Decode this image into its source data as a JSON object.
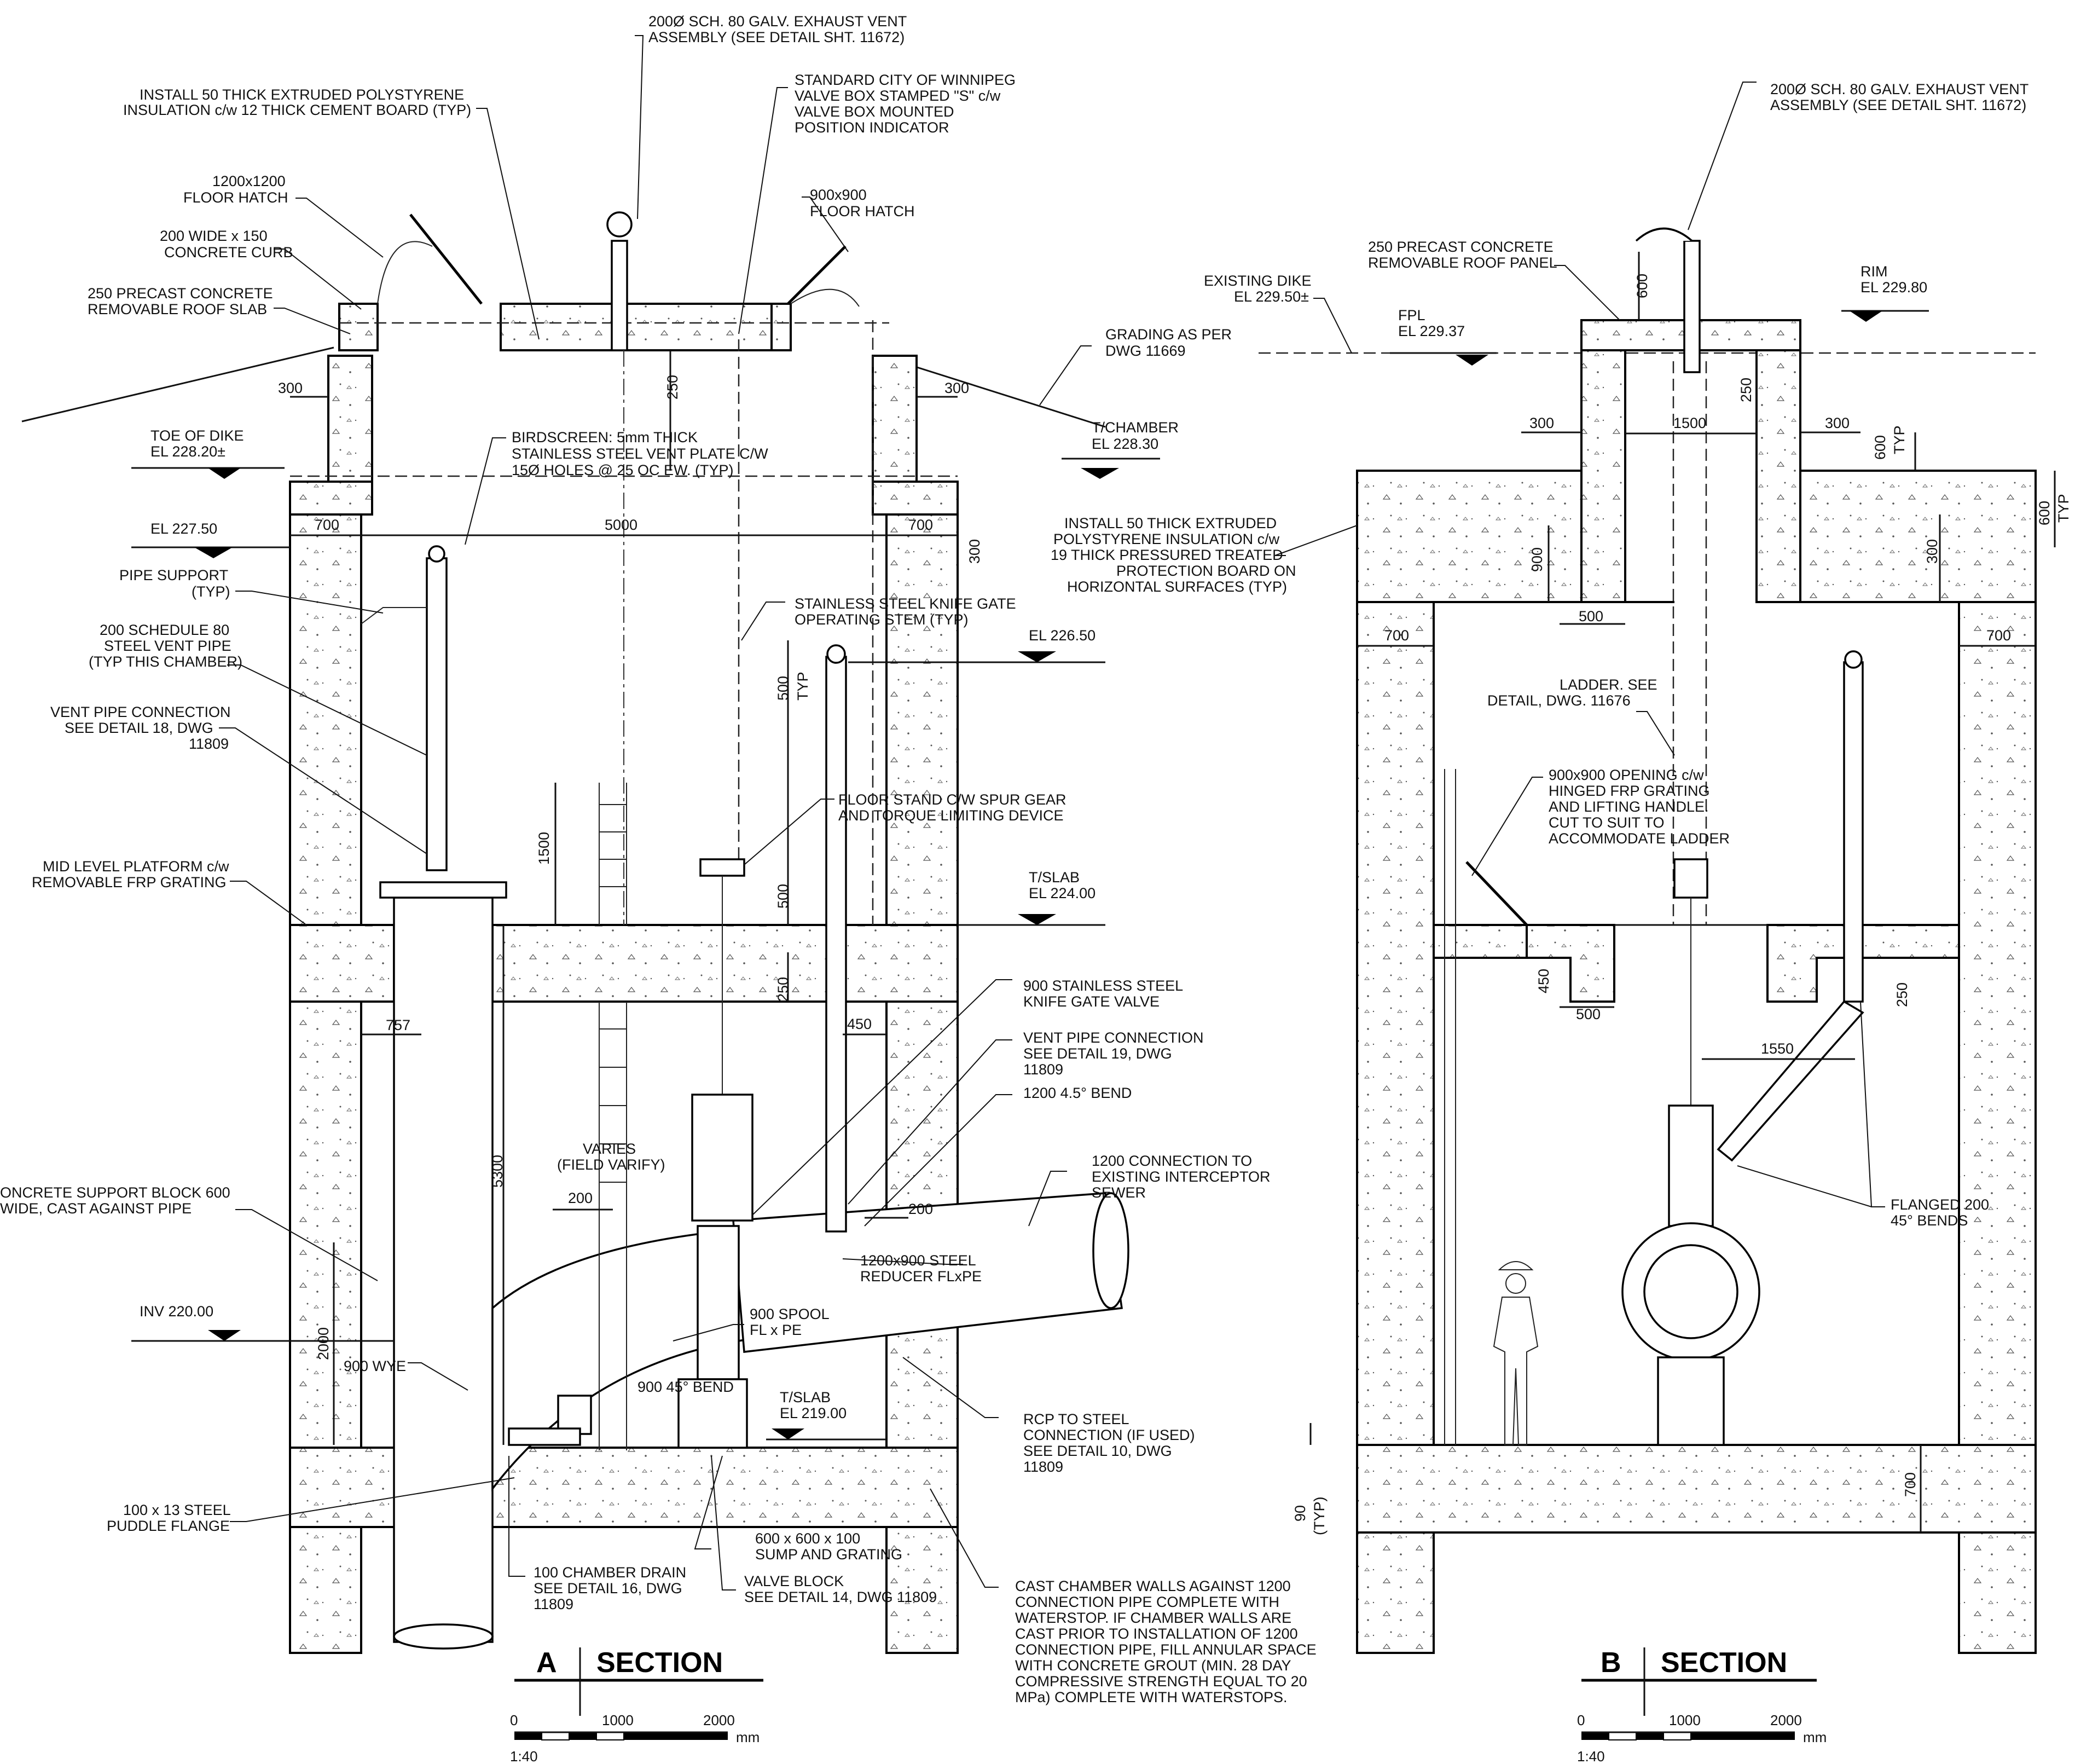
{
  "section_a": {
    "title_letter": "A",
    "title_word": "SECTION",
    "labels": {
      "exhaust_vent": [
        "200Ø SCH. 80 GALV. EXHAUST VENT",
        "ASSEMBLY (SEE DETAIL SHT. 11672)"
      ],
      "insulation_roof": [
        "INSTALL 50 THICK EXTRUDED POLYSTYRENE",
        "INSULATION c/w 12 THICK CEMENT BOARD (TYP)"
      ],
      "valve_box": [
        "STANDARD CITY OF WINNIPEG",
        "VALVE BOX STAMPED \"S\" c/w",
        "VALVE BOX MOUNTED",
        "POSITION INDICATOR"
      ],
      "hatch_1200": [
        "1200x1200",
        "FLOOR HATCH"
      ],
      "hatch_900": [
        "900x900",
        "FLOOR HATCH"
      ],
      "curb": [
        "200 WIDE x 150",
        "CONCRETE CURB"
      ],
      "roof_slab": [
        "250 PRECAST CONCRETE",
        "REMOVABLE ROOF SLAB"
      ],
      "grading": [
        "GRADING AS PER",
        "DWG 11669"
      ],
      "toe_of_dike": [
        "TOE OF DIKE",
        "EL 228.20±"
      ],
      "t_chamber": [
        "T/CHAMBER",
        "EL 228.30"
      ],
      "birdscreen": [
        "BIRDSCREEN: 5mm THICK",
        "STAINLESS STEEL VENT PLATE C/W",
        "15Ø HOLES @ 25 OC EW. (TYP)"
      ],
      "el_227_50": "EL 227.50",
      "pipe_support": [
        "PIPE SUPPORT",
        "(TYP)"
      ],
      "vent_pipe": [
        "200 SCHEDULE 80",
        "STEEL VENT PIPE",
        "(TYP THIS CHAMBER)"
      ],
      "vent_conn_18": [
        "VENT PIPE CONNECTION",
        "SEE DETAIL 18, DWG",
        "11809"
      ],
      "knife_stem": [
        "STAINLESS STEEL KNIFE GATE",
        "OPERATING STEM (TYP)"
      ],
      "el_226_50": "EL 226.50",
      "floor_stand": [
        "FLOOR STAND C/W SPUR GEAR",
        "AND TORQUE LIMITING DEVICE"
      ],
      "mid_platform": [
        "MID LEVEL PLATFORM c/w",
        "REMOVABLE FRP GRATING"
      ],
      "t_slab_224": [
        "T/SLAB",
        "EL 224.00"
      ],
      "knife_valve": [
        "900 STAINLESS STEEL",
        "KNIFE GATE VALVE"
      ],
      "vent_conn_19": [
        "VENT PIPE CONNECTION",
        "SEE DETAIL 19, DWG",
        "11809"
      ],
      "bend_1200": "1200 4.5° BEND",
      "varies": [
        "VARIES",
        "(FIELD VARIFY)"
      ],
      "conn_1200": [
        "1200 CONNECTION TO",
        "EXISTING INTERCEPTOR",
        "SEWER"
      ],
      "support_block": [
        "ONCRETE SUPPORT BLOCK 600",
        "WIDE, CAST AGAINST PIPE"
      ],
      "reducer": [
        "1200x900 STEEL",
        "REDUCER FLxPE"
      ],
      "inv": "INV 220.00",
      "spool": [
        "900 SPOOL",
        "FL x PE"
      ],
      "wye": "900 WYE",
      "bend_900": "900 45° BEND",
      "t_slab_219": [
        "T/SLAB",
        "EL 219.00"
      ],
      "rcp": [
        "RCP TO STEEL",
        "CONNECTION (IF USED)",
        "SEE DETAIL 10, DWG",
        "11809"
      ],
      "puddle": [
        "100 x 13 STEEL",
        "PUDDLE FLANGE"
      ],
      "sump": [
        "600 x 600 x 100",
        "SUMP AND GRATING"
      ],
      "drain": [
        "100 CHAMBER DRAIN",
        "SEE DETAIL 16, DWG",
        "11809"
      ],
      "valve_block": [
        "VALVE BLOCK",
        "SEE DETAIL 14, DWG 11809"
      ],
      "cast_walls": [
        "CAST CHAMBER WALLS AGAINST 1200",
        "CONNECTION PIPE COMPLETE WITH",
        "WATERSTOP. IF CHAMBER WALLS ARE",
        "CAST PRIOR TO INSTALLATION OF 1200",
        "CONNECTION PIPE, FILL ANNULAR SPACE",
        "WITH CONCRETE GROUT (MIN. 28 DAY",
        "COMPRESSIVE STRENGTH EQUAL TO 20",
        "MPa) COMPLETE WITH WATERSTOPS."
      ]
    },
    "dims": {
      "d300_left": "300",
      "d300_right": "300",
      "d250_top": "250",
      "d700_left": "700",
      "d5000": "5000",
      "d700_right": "700",
      "d300_side": "300",
      "d500_typ": "500",
      "typ": "TYP",
      "d1500": "1500",
      "d500_b": "500",
      "d250_b": "250",
      "d450": "450",
      "d757": "757",
      "d5300": "5300",
      "d200_a": "200",
      "d200_b": "200",
      "d2000": "2000"
    }
  },
  "section_b": {
    "title_letter": "B",
    "title_word": "SECTION",
    "labels": {
      "exhaust_vent": [
        "200Ø SCH. 80 GALV. EXHAUST VENT",
        "ASSEMBLY (SEE DETAIL SHT. 11672)"
      ],
      "roof_panel": [
        "250 PRECAST CONCRETE",
        "REMOVABLE ROOF PANEL"
      ],
      "existing_dike": [
        "EXISTING DIKE",
        "EL 229.50±"
      ],
      "rim": [
        "RIM",
        "EL 229.80"
      ],
      "fpl": [
        "FPL",
        "EL 229.37"
      ],
      "insulation": [
        "INSTALL 50 THICK EXTRUDED",
        "POLYSTYRENE INSULATION c/w",
        "19 THICK PRESSURED TREATED",
        "PROTECTION BOARD ON",
        "HORIZONTAL SURFACES (TYP)"
      ],
      "ladder": [
        "LADDER. SEE",
        "DETAIL, DWG. 11676"
      ],
      "opening": [
        "900x900 OPENING c/w",
        "HINGED FRP GRATING",
        "AND LIFTING HANDLE.",
        "CUT TO SUIT TO",
        "ACCOMMODATE LADDER"
      ],
      "flanged": [
        "FLANGED 200",
        "45° BENDS"
      ]
    },
    "dims": {
      "d600": "600",
      "d250": "250",
      "d300_l": "300",
      "d1500": "1500",
      "d300_r": "300",
      "d600_typ": "600",
      "typ1": "TYP",
      "d600_typ2": "600",
      "typ2": "TYP",
      "d900": "900",
      "d300": "300",
      "d500_a": "500",
      "d700": "700",
      "d450": "450",
      "d500_b": "500",
      "d250_b": "250",
      "d1550": "1550",
      "d700_bot": "700",
      "d90": "90",
      "typ3": "(TYP)"
    }
  },
  "scale_bar": {
    "ticks": [
      "0",
      "1000",
      "2000"
    ],
    "unit": "mm",
    "ratio": "1:40"
  }
}
